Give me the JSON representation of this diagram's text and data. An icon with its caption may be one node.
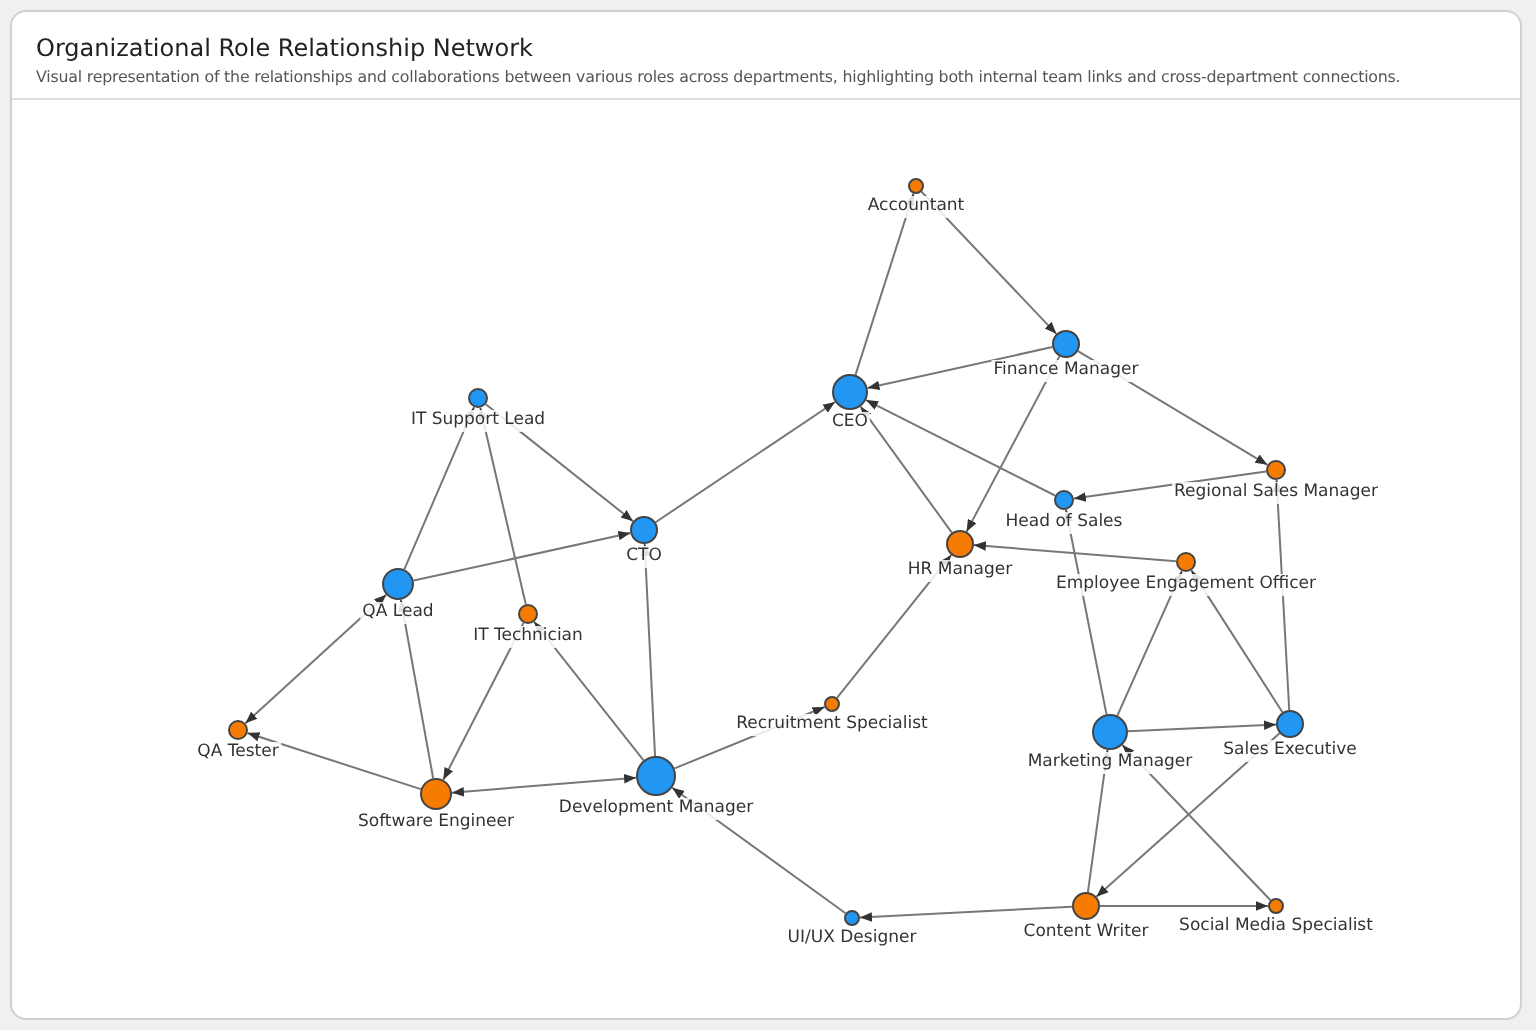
{
  "diagram": {
    "title": "Organizational Role Relationship Network",
    "caption": "Visual representation of the relationships and collaborations between various roles across departments, highlighting both internal team links and cross-department connections.",
    "nodes": [
      {
        "text": [
          "Accountant"
        ]
      },
      {
        "text": [
          "CEO"
        ]
      },
      {
        "text": [
          "Finance Manager"
        ]
      },
      {
        "text": [
          "IT Support Lead"
        ]
      },
      {
        "text": [
          "Regional Sales Manager"
        ]
      },
      {
        "text": [
          "Head of Sales"
        ]
      },
      {
        "text": [
          "CTO"
        ]
      },
      {
        "text": [
          "HR Manager"
        ]
      },
      {
        "text": [
          "Employee Engagement Officer"
        ]
      },
      {
        "text": [
          "QA Lead"
        ]
      },
      {
        "text": [
          "IT Technician"
        ]
      },
      {
        "text": [
          "Recruitment Specialist"
        ]
      },
      {
        "text": [
          "QA Tester"
        ]
      },
      {
        "text": [
          "Marketing Manager"
        ]
      },
      {
        "text": [
          "Sales Executive"
        ]
      },
      {
        "text": [
          "Software Engineer"
        ]
      },
      {
        "text": [
          "Development Manager"
        ]
      },
      {
        "text": [
          "UI/UX Designer"
        ]
      },
      {
        "text": [
          "Content Writer"
        ]
      },
      {
        "text": [
          "Social Media Specialist"
        ]
      }
    ],
    "edges": [
      {
        "from": 1,
        "to": 0,
        "arrow": "to"
      },
      {
        "from": 0,
        "to": 2,
        "arrow": "to"
      },
      {
        "from": 2,
        "to": 1,
        "arrow": "to"
      },
      {
        "from": 2,
        "to": 7,
        "arrow": "to"
      },
      {
        "from": 2,
        "to": 4,
        "arrow": "to"
      },
      {
        "from": 4,
        "to": 5,
        "arrow": "to"
      },
      {
        "from": 5,
        "to": 1,
        "arrow": "to"
      },
      {
        "from": 7,
        "to": 1,
        "arrow": "to"
      },
      {
        "from": 8,
        "to": 7,
        "arrow": "to"
      },
      {
        "from": 11,
        "to": 7,
        "arrow": "to"
      },
      {
        "from": 16,
        "to": 11,
        "arrow": "to"
      },
      {
        "from": 6,
        "to": 1,
        "arrow": "to"
      },
      {
        "from": 3,
        "to": 6,
        "arrow": "to"
      },
      {
        "from": 9,
        "to": 6,
        "arrow": "to"
      },
      {
        "from": 16,
        "to": 6,
        "arrow": "to"
      },
      {
        "from": 10,
        "to": 3,
        "arrow": "to"
      },
      {
        "from": 9,
        "to": 3,
        "arrow": "to"
      },
      {
        "from": 12,
        "to": 9,
        "arrow": "both"
      },
      {
        "from": 15,
        "to": 12,
        "arrow": "to"
      },
      {
        "from": 15,
        "to": 9,
        "arrow": "to"
      },
      {
        "from": 10,
        "to": 15,
        "arrow": "to"
      },
      {
        "from": 16,
        "to": 10,
        "arrow": "to"
      },
      {
        "from": 15,
        "to": 16,
        "arrow": "both"
      },
      {
        "from": 17,
        "to": 16,
        "arrow": "to"
      },
      {
        "from": 18,
        "to": 17,
        "arrow": "to"
      },
      {
        "from": 13,
        "to": 5,
        "arrow": "to"
      },
      {
        "from": 13,
        "to": 8,
        "arrow": "to"
      },
      {
        "from": 14,
        "to": 8,
        "arrow": "to"
      },
      {
        "from": 13,
        "to": 14,
        "arrow": "to"
      },
      {
        "from": 14,
        "to": 4,
        "arrow": "to"
      },
      {
        "from": 14,
        "to": 18,
        "arrow": "to"
      },
      {
        "from": 18,
        "to": 13,
        "arrow": "to"
      },
      {
        "from": 18,
        "to": 19,
        "arrow": "to"
      },
      {
        "from": 19,
        "to": 13,
        "arrow": "to"
      }
    ]
  }
}
